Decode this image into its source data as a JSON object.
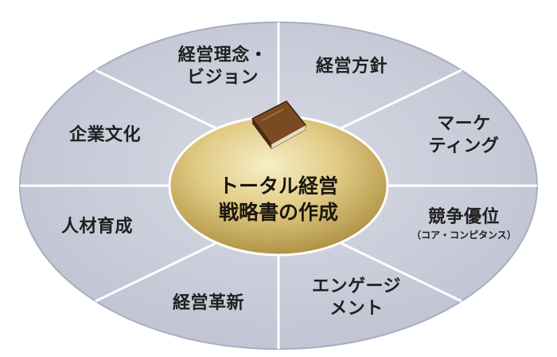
{
  "colors": {
    "outer_fill": "#c8cbd8",
    "outer_edge": "#a9adbf",
    "divider": "#ffffff",
    "center_light": "#f3e7b2",
    "center_dark": "#b99a4a",
    "book_brown": "#6b4220"
  },
  "center": {
    "icon": "book-icon",
    "line1": "トータル経営",
    "line2": "戦略書の作成"
  },
  "segments": {
    "vision": {
      "line1": "経営理念・",
      "line2": "ビジョン"
    },
    "policy": {
      "line1": "経営方針"
    },
    "marketing": {
      "line1": "マーケ",
      "line2": "ティング"
    },
    "competitive": {
      "line1": "競争優位",
      "sub": "（コア・コンピタンス）"
    },
    "engagement": {
      "line1": "エンゲージ",
      "line2": "メント"
    },
    "innovation": {
      "line1": "経営革新"
    },
    "hr": {
      "line1": "人材育成"
    },
    "culture": {
      "line1": "企業文化"
    }
  }
}
